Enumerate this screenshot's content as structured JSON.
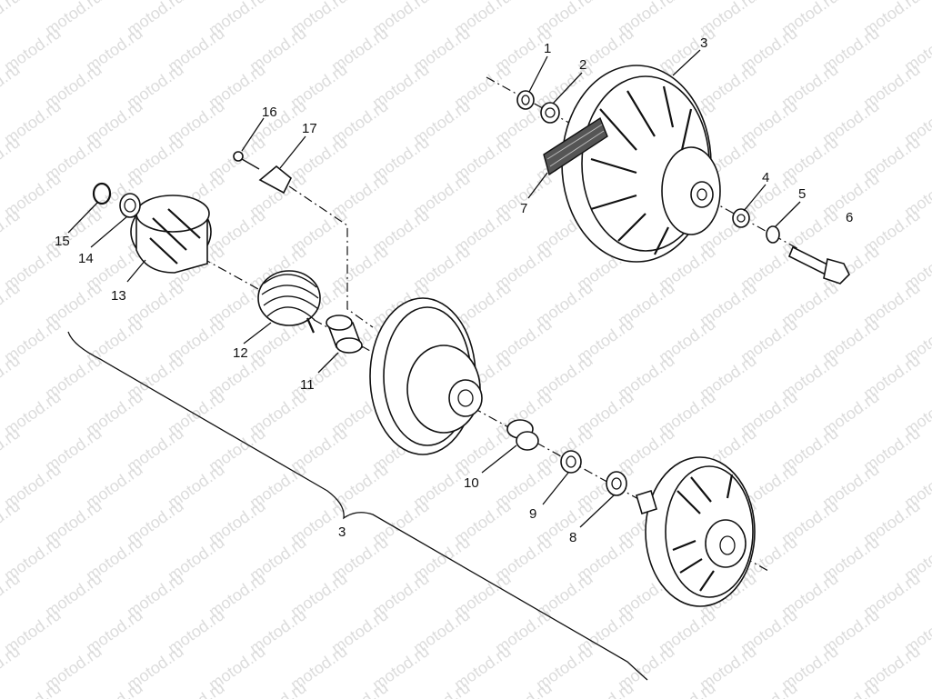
{
  "watermark_text": "motod.ru",
  "callouts": [
    "1",
    "2",
    "3",
    "4",
    "5",
    "6",
    "7",
    "8",
    "9",
    "10",
    "11",
    "12",
    "13",
    "14",
    "15",
    "16",
    "17"
  ],
  "bracket_label": "3"
}
